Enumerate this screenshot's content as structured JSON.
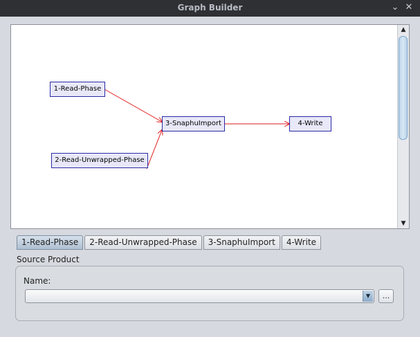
{
  "window": {
    "title": "Graph Builder",
    "minimize_glyph": "⌄",
    "close_glyph": "✕"
  },
  "graph": {
    "nodes": [
      {
        "id": "n1",
        "label": "1-Read-Phase"
      },
      {
        "id": "n2",
        "label": "2-Read-Unwrapped-Phase"
      },
      {
        "id": "n3",
        "label": "3-SnaphuImport"
      },
      {
        "id": "n4",
        "label": "4-Write"
      }
    ],
    "edges": [
      [
        "n1",
        "n3"
      ],
      [
        "n2",
        "n3"
      ],
      [
        "n3",
        "n4"
      ]
    ],
    "edge_color": "#e01818",
    "node_border_color": "#2a2aa6",
    "node_fill_color": "#e8e8f8"
  },
  "tabs": [
    {
      "label": "1-Read-Phase",
      "active": true
    },
    {
      "label": "2-Read-Unwrapped-Phase",
      "active": false
    },
    {
      "label": "3-SnaphuImport",
      "active": false
    },
    {
      "label": "4-Write",
      "active": false
    }
  ],
  "source_product": {
    "section_label": "Source Product",
    "name_label": "Name:",
    "selected_value": "",
    "browse_label": "..."
  },
  "icons": {
    "scroll_up": "▲",
    "scroll_down": "▼",
    "dropdown": "▼"
  }
}
